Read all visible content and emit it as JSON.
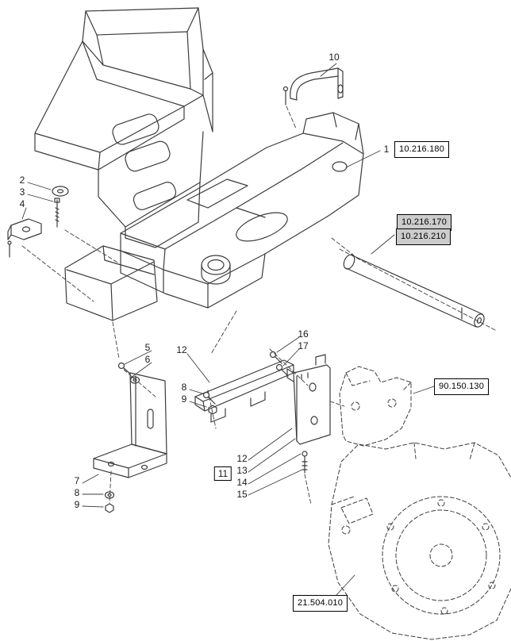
{
  "meta": {
    "type": "exploded-parts-diagram",
    "colors": {
      "background": "#ffffff",
      "line": "#3c3c3c",
      "ref_box_bg": "#ffffff",
      "ref_box_shaded_bg": "#cccccc",
      "ref_box_border": "#000000",
      "text": "#1a1a1a"
    }
  },
  "callouts": [
    {
      "label": "10"
    },
    {
      "label": "1"
    },
    {
      "label": "2"
    },
    {
      "label": "3"
    },
    {
      "label": "4"
    },
    {
      "label": "5"
    },
    {
      "label": "6"
    },
    {
      "label": "12"
    },
    {
      "label": "16"
    },
    {
      "label": "17"
    },
    {
      "label": "8"
    },
    {
      "label": "9"
    },
    {
      "label": "7"
    },
    {
      "label": "8"
    },
    {
      "label": "9"
    },
    {
      "label": "12"
    },
    {
      "label": "13"
    },
    {
      "label": "14"
    },
    {
      "label": "15"
    }
  ],
  "boxed_callout": {
    "label": "11"
  },
  "ref_boxes": [
    {
      "code": "10.216.180",
      "shaded": false
    },
    {
      "code": "10.216.170",
      "shaded": true
    },
    {
      "code": "10.216.210",
      "shaded": true
    },
    {
      "code": "90.150.130",
      "shaded": false
    },
    {
      "code": "21.504.010",
      "shaded": false
    }
  ]
}
